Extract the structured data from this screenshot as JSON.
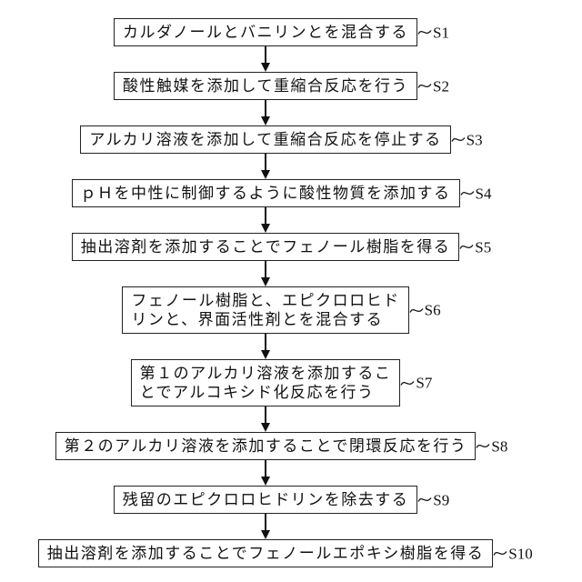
{
  "figure": {
    "background": "#ffffff",
    "line_color": "#111111"
  },
  "steps": [
    {
      "label": "S1",
      "lines": [
        "カルダノールとバニリンとを混合する"
      ]
    },
    {
      "label": "S2",
      "lines": [
        "酸性触媒を添加して重縮合反応を行う"
      ]
    },
    {
      "label": "S3",
      "lines": [
        "アルカリ溶液を添加して重縮合反応を停止する"
      ]
    },
    {
      "label": "S4",
      "lines": [
        "ｐＨを中性に制御するように酸性物質を添加する"
      ]
    },
    {
      "label": "S5",
      "lines": [
        "抽出溶剤を添加することでフェノール樹脂を得る"
      ]
    },
    {
      "label": "S6",
      "lines": [
        "フェノール樹脂と、エピクロロヒド",
        "リンと、界面活性剤とを混合する"
      ]
    },
    {
      "label": "S7",
      "lines": [
        "第１のアルカリ溶液を添加するこ",
        "とでアルコキシド化反応を行う"
      ]
    },
    {
      "label": "S8",
      "lines": [
        "第２のアルカリ溶液を添加することで閉環反応を行う"
      ]
    },
    {
      "label": "S9",
      "lines": [
        "残留のエピクロロヒドリンを除去する"
      ]
    },
    {
      "label": "S10",
      "lines": [
        "抽出溶剤を添加することでフェノールエポキシ樹脂を得る"
      ]
    }
  ]
}
